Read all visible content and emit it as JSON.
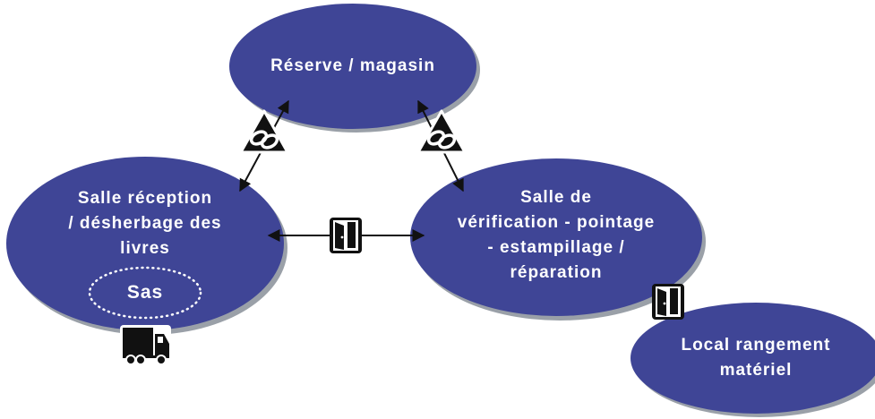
{
  "diagram": {
    "colors": {
      "node_fill": "#3f4596",
      "node_shadow": "#9aa0a8",
      "connector": "#111111",
      "label_text": "#ffffff",
      "sas_border": "#ffffff"
    },
    "nodes": {
      "reserve": {
        "label": "Réserve / magasin"
      },
      "reception": {
        "lines": [
          "Salle réception",
          "/ désherbage des",
          "livres"
        ]
      },
      "sas": {
        "label": "Sas"
      },
      "verification": {
        "lines": [
          "Salle de",
          "vérification - pointage",
          "- estampillage /",
          "réparation"
        ]
      },
      "local": {
        "lines": [
          "Local rangement",
          "matériel"
        ]
      }
    },
    "icons": {
      "link_left": "chain-link-triangle-icon",
      "link_right": "chain-link-triangle-icon",
      "door_center": "door-icon",
      "door_right": "door-icon",
      "truck": "delivery-truck-icon"
    }
  }
}
